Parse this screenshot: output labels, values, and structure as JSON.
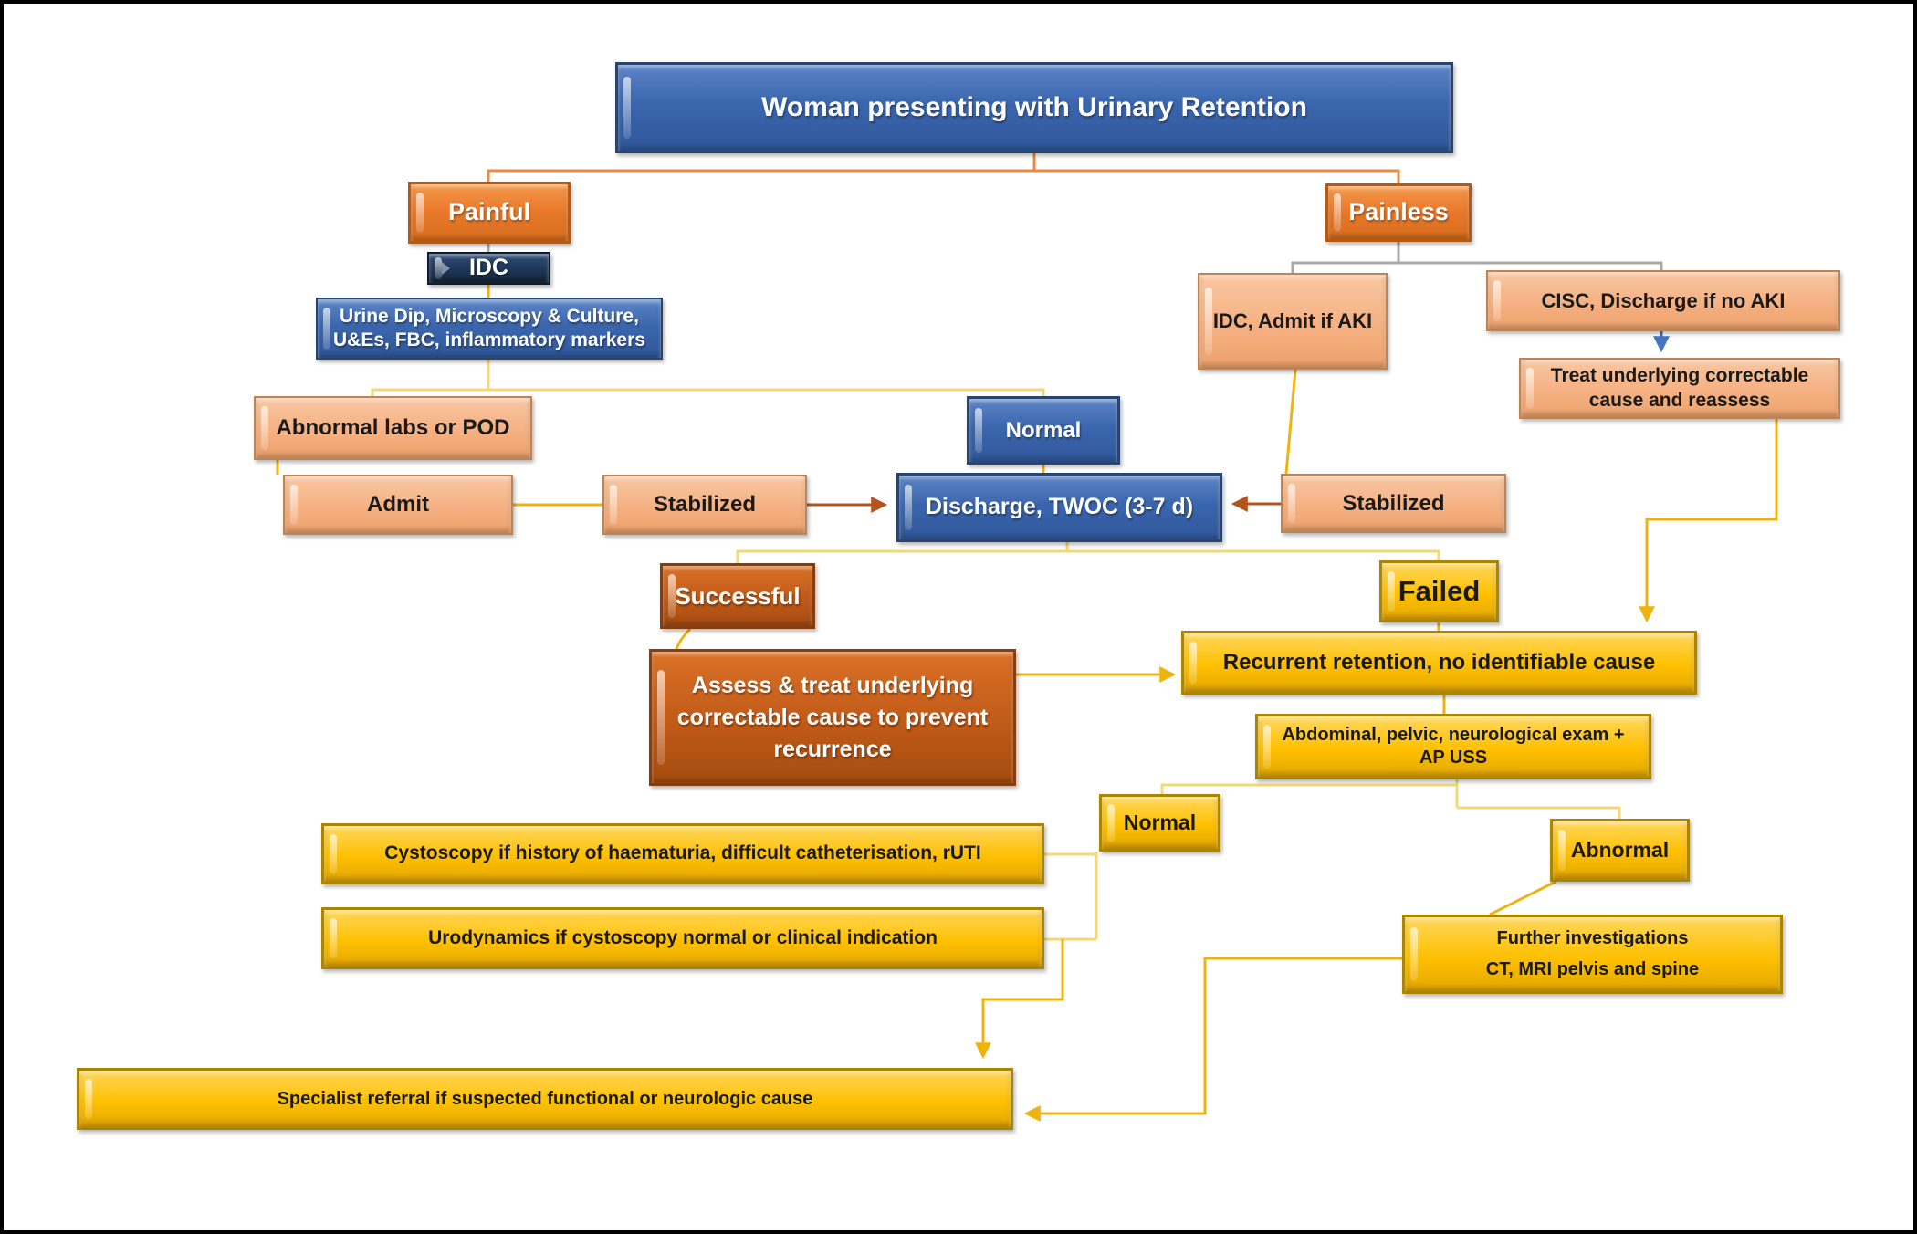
{
  "diagram": {
    "nodes": {
      "title": {
        "label": "Woman presenting with Urinary Retention"
      },
      "painful": {
        "label": "Painful"
      },
      "idc": {
        "label": "IDC"
      },
      "urine_dip": {
        "lines": [
          "Urine Dip, Microscopy & Culture,",
          "U&Es, FBC, inflammatory markers"
        ]
      },
      "abnormal_labs": {
        "label": "Abnormal labs or POD"
      },
      "admit": {
        "label": "Admit"
      },
      "stabilized_left": {
        "label": "Stabilized"
      },
      "normal_blue": {
        "label": "Normal"
      },
      "discharge": {
        "label": "Discharge, TWOC (3-7 d)"
      },
      "stabilized_right": {
        "label": "Stabilized"
      },
      "painless": {
        "label": "Painless"
      },
      "idc_aki": {
        "label": "IDC, Admit if AKI"
      },
      "cisc": {
        "label": "CISC, Discharge if no AKI"
      },
      "treat_underlying": {
        "lines": [
          "Treat underlying correctable",
          "cause and reassess"
        ]
      },
      "successful": {
        "label": "Successful"
      },
      "assess": {
        "lines": [
          "Assess & treat underlying",
          "correctable cause to prevent",
          "recurrence"
        ]
      },
      "failed": {
        "label": "Failed"
      },
      "recurrent": {
        "label": "Recurrent retention, no identifiable cause"
      },
      "abdominal": {
        "lines": [
          "Abdominal, pelvic, neurological exam +",
          "AP USS"
        ]
      },
      "normal_yellow": {
        "label": "Normal"
      },
      "abnormal_yellow": {
        "label": "Abnormal"
      },
      "cystoscopy": {
        "label": "Cystoscopy if history of haematuria, difficult catheterisation, rUTI"
      },
      "urodynamics": {
        "label": "Urodynamics if cystoscopy normal or clinical indication"
      },
      "further": {
        "lines": [
          "Further investigations",
          "CT, MRI pelvis and spine"
        ]
      },
      "specialist": {
        "label": "Specialist referral if suspected functional or neurologic cause"
      }
    },
    "colors": {
      "blue_box": "#3B66AE",
      "navy_box": "#1F3556",
      "orange_box": "#E8782B",
      "peach_box": "#F5B183",
      "dark_orange_box": "#C05A18",
      "yellow_box": "#FFC000",
      "connector_orange": "#ED8A3F",
      "connector_gray": "#A8A8A8",
      "connector_gold": "#EFB310",
      "connector_pale": "#F4D875",
      "connector_blue": "#4472C4",
      "connector_brown": "#B3541E"
    }
  }
}
